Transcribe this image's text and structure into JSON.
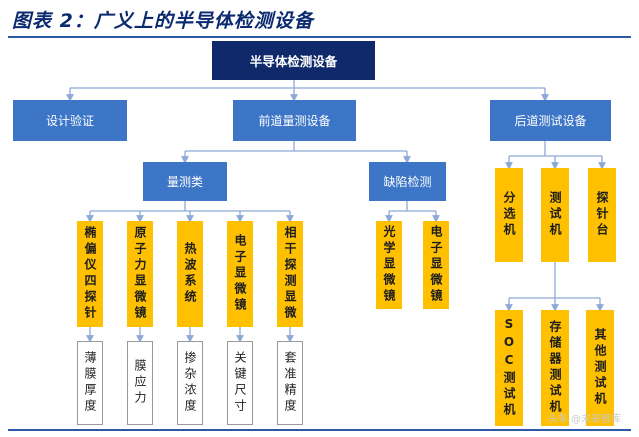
{
  "header": {
    "title": "图表 2：广义上的半导体检测设备"
  },
  "root": {
    "label": "半导体检测设备"
  },
  "level1": [
    {
      "label": "设计验证"
    },
    {
      "label": "前道量测设备"
    },
    {
      "label": "后道测试设备"
    }
  ],
  "front": {
    "groups": [
      {
        "label": "量测类",
        "items": [
          {
            "name": "椭偏仪四探针",
            "use": "薄膜厚度"
          },
          {
            "name": "原子力显微镜",
            "use": "膜应力"
          },
          {
            "name": "热波系统",
            "use": "掺杂浓度"
          },
          {
            "name": "电子显微镜",
            "use": "关键尺寸"
          },
          {
            "name": "相干探测显微",
            "use": "套准精度"
          }
        ]
      },
      {
        "label": "缺陷检测",
        "items": [
          {
            "name": "光学显微镜"
          },
          {
            "name": "电子显微镜"
          }
        ]
      }
    ]
  },
  "back": {
    "top_items": [
      "分选机",
      "测试机",
      "探针台"
    ],
    "bottom_items": [
      "SOC测试机",
      "存储器测试机",
      "其他测试机"
    ]
  },
  "watermark": "头条 @未来智库",
  "colors": {
    "navy": "#10296b",
    "blue": "#3d76c7",
    "yellow": "#ffc000",
    "arrow": "#8ea9d8"
  }
}
